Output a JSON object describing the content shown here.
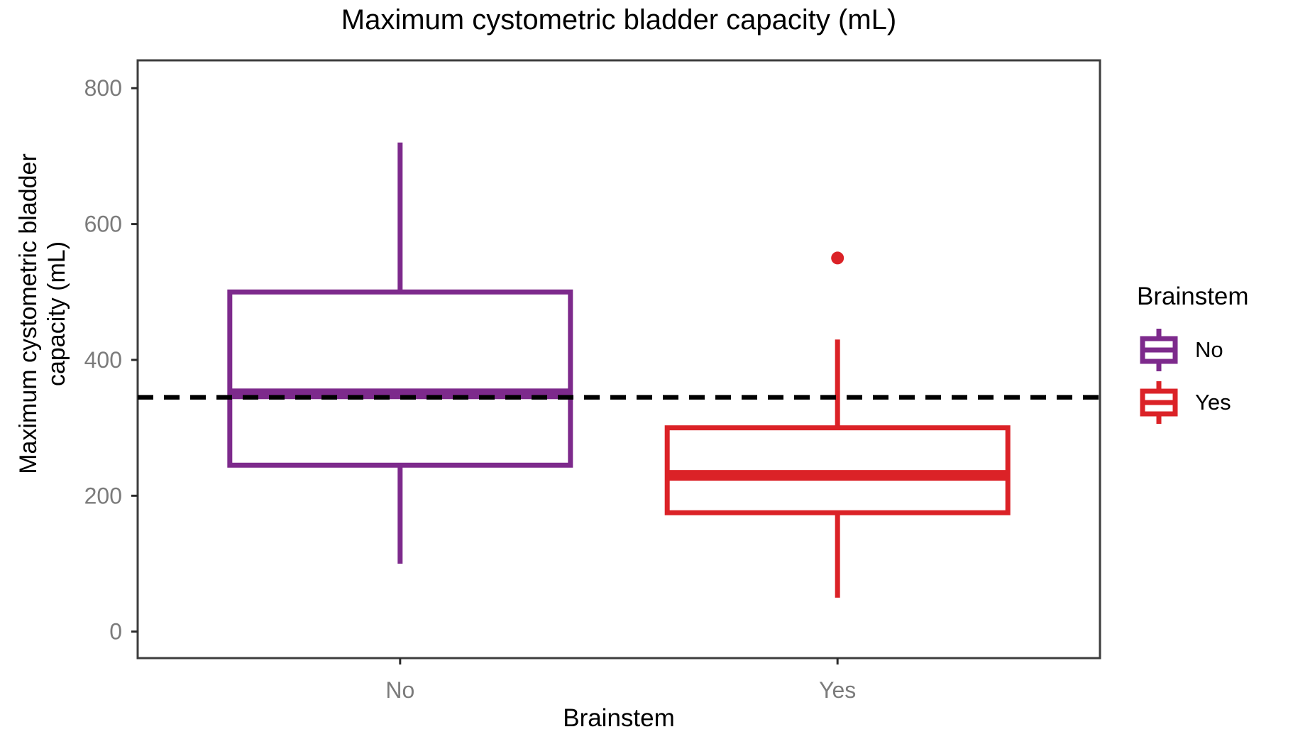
{
  "title": "Maximum cystometric bladder capacity (mL)",
  "y_axis_title": "Maximum cystometric bladder\ncapacity (mL)",
  "x_axis_title": "Brainstem",
  "legend": {
    "title": "Brainstem",
    "items": [
      {
        "label": "No",
        "color": "#7D2A8C"
      },
      {
        "label": "Yes",
        "color": "#DB2227"
      }
    ]
  },
  "colors": {
    "panel_border": "#3D3D3D",
    "tick_mark": "#2B2B2B",
    "tick_label": "#7B7B7B",
    "reference_line": "#000000",
    "box_fill": "#FFFFFF"
  },
  "chart_data": {
    "type": "boxplot",
    "title": "Maximum cystometric bladder capacity (mL)",
    "xlabel": "Brainstem",
    "ylabel": "Maximum cystometric bladder capacity (mL)",
    "categories": [
      "No",
      "Yes"
    ],
    "series": [
      {
        "name": "No",
        "color": "#7D2A8C",
        "min": 100,
        "q1": 245,
        "median": 350,
        "q3": 500,
        "max": 720,
        "outliers": []
      },
      {
        "name": "Yes",
        "color": "#DB2227",
        "min": 50,
        "q1": 175,
        "median": 230,
        "q3": 300,
        "max": 430,
        "outliers": [
          550
        ]
      }
    ],
    "reference_line": {
      "value": 345,
      "style": "dashed",
      "color": "#000000"
    },
    "y_ticks": [
      0,
      200,
      400,
      600,
      800
    ],
    "y_tick_labels": [
      "0",
      "200",
      "400",
      "600",
      "800"
    ],
    "ylim": [
      -39,
      841
    ],
    "grid": false,
    "legend_position": "right",
    "legend_title": "Brainstem"
  }
}
